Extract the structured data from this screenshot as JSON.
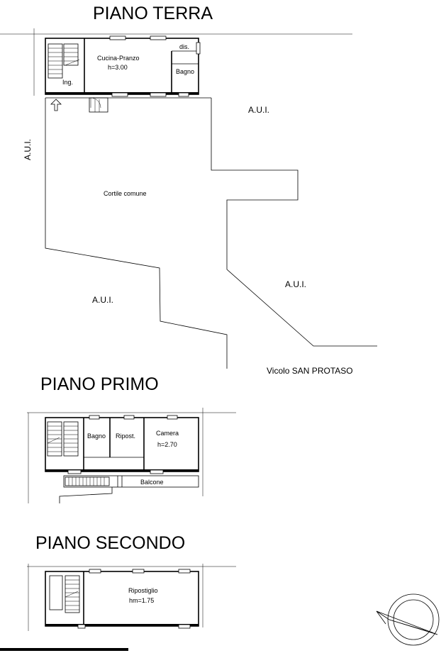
{
  "floors": {
    "ground": {
      "title": "PIANO TERRA",
      "rooms": {
        "kitchen": "Cucina-Pranzo",
        "kitchen_height": "h=3.00",
        "disimpegno": "dis.",
        "bathroom": "Bagno",
        "entrance": "Ing."
      },
      "courtyard": "Cortile comune",
      "aui_labels": [
        "A.U.I.",
        "A.U.I.",
        "A.U.I.",
        "A.U.I."
      ],
      "street": "Vicolo SAN PROTASO"
    },
    "first": {
      "title": "PIANO PRIMO",
      "rooms": {
        "bathroom": "Bagno",
        "storage": "Ripost.",
        "bedroom": "Camera",
        "bedroom_height": "h=2.70",
        "balcony": "Balcone"
      }
    },
    "second": {
      "title": "PIANO SECONDO",
      "rooms": {
        "storage": "Ripostiglio",
        "storage_height": "hm=1.75"
      }
    }
  },
  "north_arrow": {
    "icon": "north-arrow-icon"
  }
}
